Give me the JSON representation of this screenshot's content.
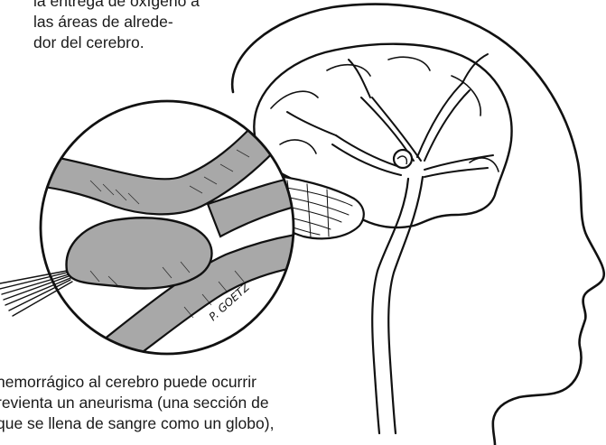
{
  "top_caption": {
    "lines": [
      "la entrega de oxígeno a",
      "las áreas de alrede-",
      "dor del cerebro."
    ]
  },
  "bottom_caption": {
    "lines": [
      "hemorrágico al cerebro puede ocurrir",
      "revienta un aneurisma (una sección de",
      "que se llena de sangre como un globo),"
    ]
  },
  "signature": "P. GOETZ",
  "colors": {
    "ink": "#111111",
    "vessel_fill": "#a8a8a8",
    "background": "#ffffff"
  },
  "icons": [
    "head-profile-icon",
    "brain-icon",
    "cerebellum-icon",
    "artery-icon",
    "aneurysm-icon",
    "magnifier-circle-icon"
  ]
}
